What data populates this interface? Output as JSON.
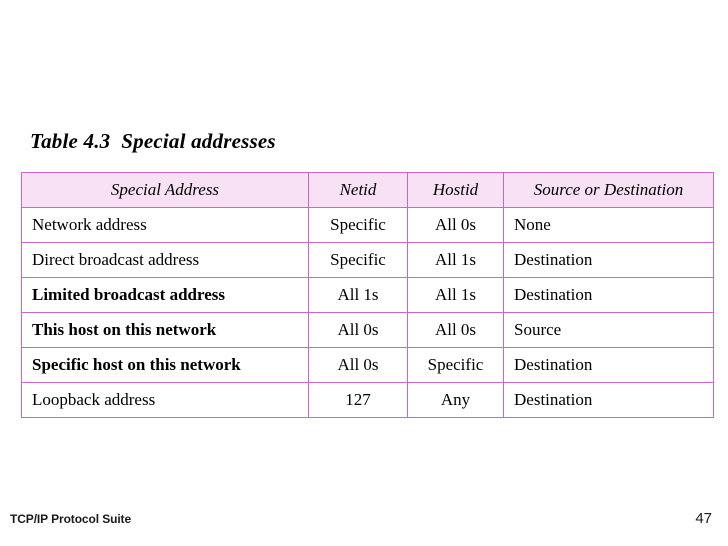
{
  "slide": {
    "title": "Table 4.3  Special addresses"
  },
  "table": {
    "columns": [
      {
        "key": "address",
        "label": "Special Address"
      },
      {
        "key": "netid",
        "label": "Netid"
      },
      {
        "key": "hostid",
        "label": "Hostid"
      },
      {
        "key": "srcdst",
        "label": "Source or Destination"
      }
    ],
    "rows": [
      {
        "address": "Network address",
        "netid": "Specific",
        "hostid": "All 0s",
        "srcdst": "None",
        "bold": false
      },
      {
        "address": "Direct broadcast address",
        "netid": "Specific",
        "hostid": "All 1s",
        "srcdst": "Destination",
        "bold": false
      },
      {
        "address": "Limited broadcast address",
        "netid": "All 1s",
        "hostid": "All 1s",
        "srcdst": "Destination",
        "bold": true
      },
      {
        "address": "This host on this network",
        "netid": "All 0s",
        "hostid": "All 0s",
        "srcdst": "Source",
        "bold": true
      },
      {
        "address": "Specific host on this network",
        "netid": "All 0s",
        "hostid": "Specific",
        "srcdst": "Destination",
        "bold": true
      },
      {
        "address": "Loopback address",
        "netid": "127",
        "hostid": "Any",
        "srcdst": "Destination",
        "bold": false
      }
    ]
  },
  "footer": {
    "left": "TCP/IP Protocol Suite",
    "page": "47"
  },
  "colors": {
    "border": "#cc66cc",
    "header_background": "#f8e0f5",
    "text": "#000000",
    "page_background": "#ffffff"
  }
}
